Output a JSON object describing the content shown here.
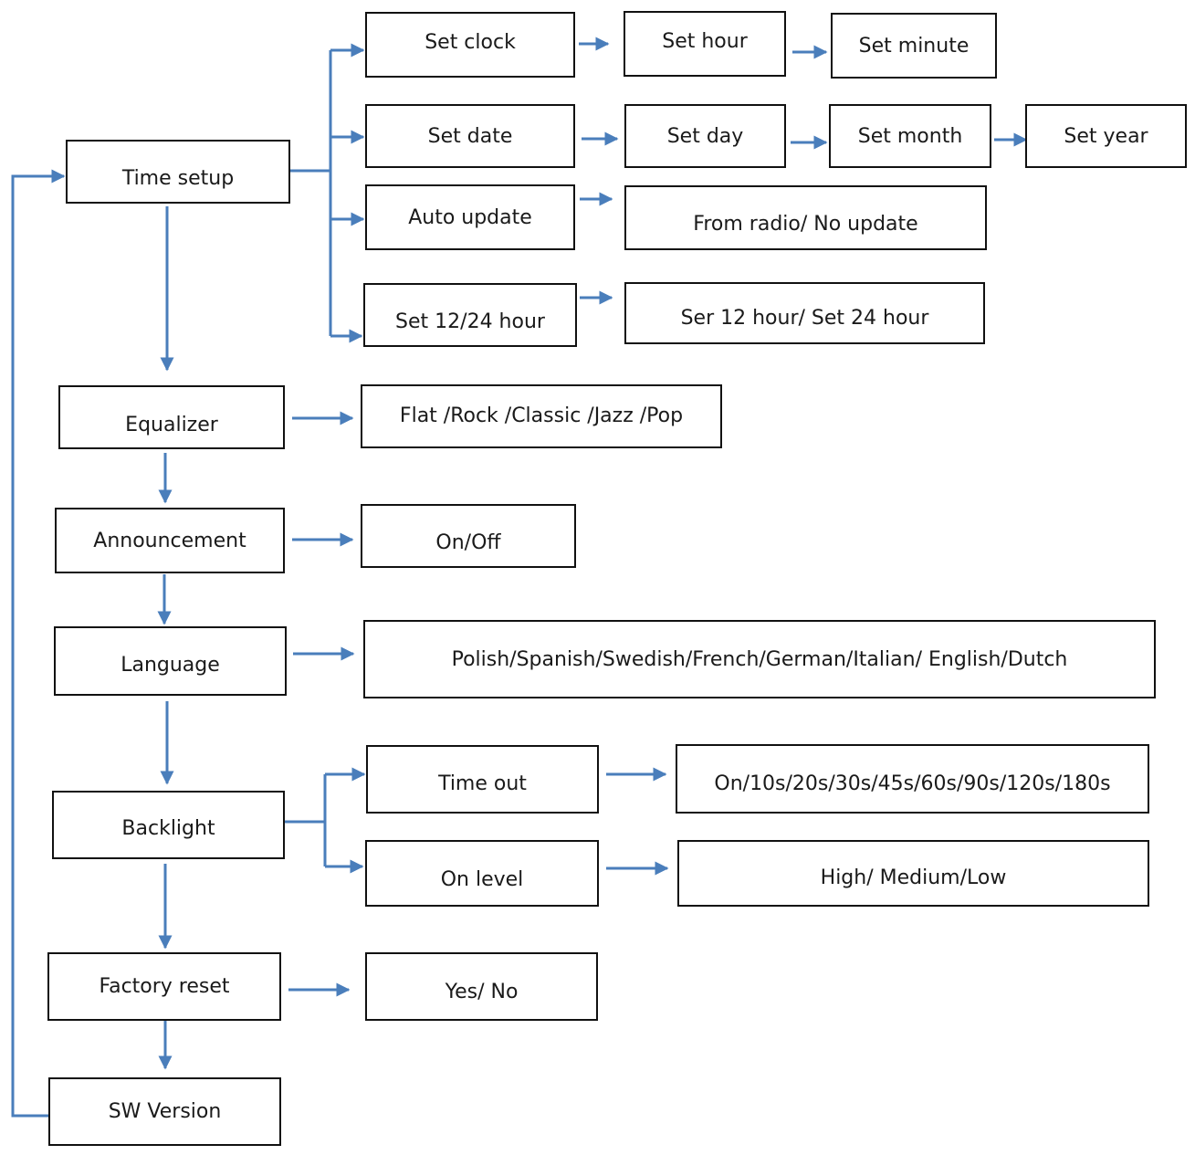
{
  "colors": {
    "arrow": "#4a7ebb",
    "border": "#111111",
    "text": "#1a1a1a"
  },
  "menu": {
    "time_setup": "Time setup",
    "equalizer": "Equalizer",
    "announcement": "Announcement",
    "language": "Language",
    "backlight": "Backlight",
    "factory_reset": "Factory reset",
    "sw_version": "SW Version"
  },
  "time": {
    "set_clock": "Set clock",
    "set_hour": "Set hour",
    "set_minute": "Set minute",
    "set_date": "Set date",
    "set_day": "Set day",
    "set_month": "Set month",
    "set_year": "Set year",
    "auto_update": "Auto update",
    "auto_update_options": "From radio/ No update",
    "set_12_24": "Set 12/24 hour",
    "set_12_24_options": "Ser 12 hour/ Set 24 hour"
  },
  "equalizer_options": "Flat /Rock /Classic /Jazz /Pop",
  "announcement_options": "On/Off",
  "language_options": "Polish/Spanish/Swedish/French/German/Italian/ English/Dutch",
  "backlight": {
    "time_out": "Time out",
    "time_out_options": "On/10s/20s/30s/45s/60s/90s/120s/180s",
    "on_level": "On level",
    "on_level_options": "High/ Medium/Low"
  },
  "factory_reset_options": "Yes/ No"
}
